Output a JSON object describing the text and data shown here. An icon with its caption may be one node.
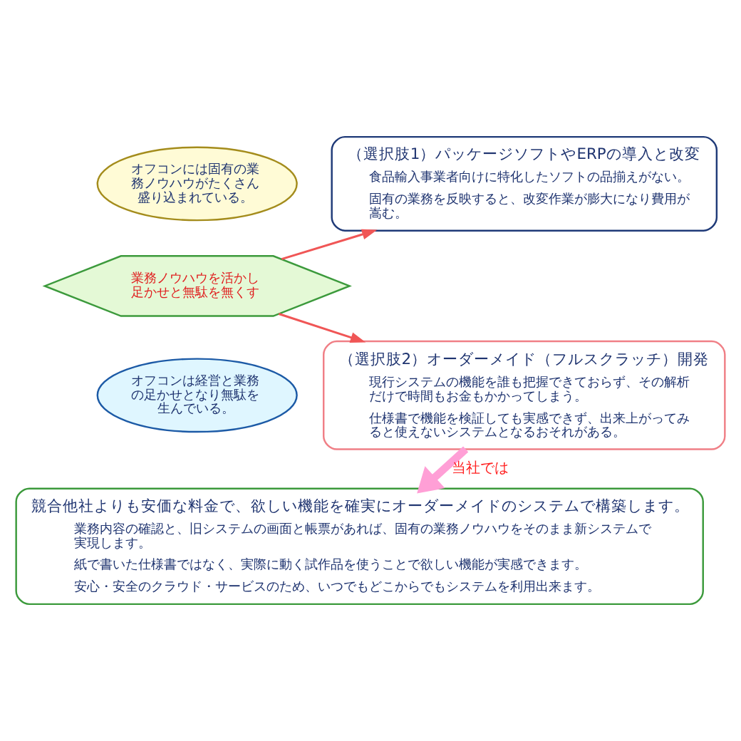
{
  "diagram": {
    "nodes": [
      {
        "text": [
          "オフコンには固有の業務ノウハウがたくさん盛り込まれている。"
        ]
      },
      {
        "text": [
          "業務ノウハウを活かし足かせと無駄を無くす"
        ]
      },
      {
        "text": [
          "オフコンは経営と業務の足かせとなり無駄を生んでいる。"
        ]
      },
      {
        "text": [
          "（選択肢1）パッケージソフトやERPの導入と改変",
          "食品輸入事業者向けに特化したソフトの品揃えがない。",
          "固有の業務を反映すると、改変作業が膨大になり費用が嵩む。"
        ]
      },
      {
        "text": [
          "（選択肢2）オーダーメイド（フルスクラッチ）開発",
          "現行システムの機能を誰も把握できておらず、その解析だけで時間もお金もかかってしまう。",
          "仕様書で機能を検証しても実感できず、出来上がってみると使えないシステムとなるおそれがある。"
        ]
      },
      {
        "text": [
          "競合他社よりも安価な料金で、欲しい機能を確実にオーダーメイドのシステムで構築します。",
          "業務内容の確認と、旧システムの画面と帳票があれば、固有の業務ノウハウをそのまま新システムで実現します。",
          "紙で書いた仕様書ではなく、実際に動く試作品を使うことで欲しい機能が実感できます。",
          "安心・安全のクラウド・サービスのため、いつでもどこからでもシステムを利用出来ます。"
        ]
      }
    ],
    "edges": [
      {
        "from": 1,
        "to": 3,
        "arrow": "to",
        "color": "#f05656"
      },
      {
        "from": 1,
        "to": 4,
        "arrow": "to",
        "color": "#f05656"
      },
      {
        "from": 4,
        "to": 5,
        "arrow": "to",
        "label": "当社では",
        "style": "thick",
        "color": "#ff9fd6"
      }
    ]
  }
}
